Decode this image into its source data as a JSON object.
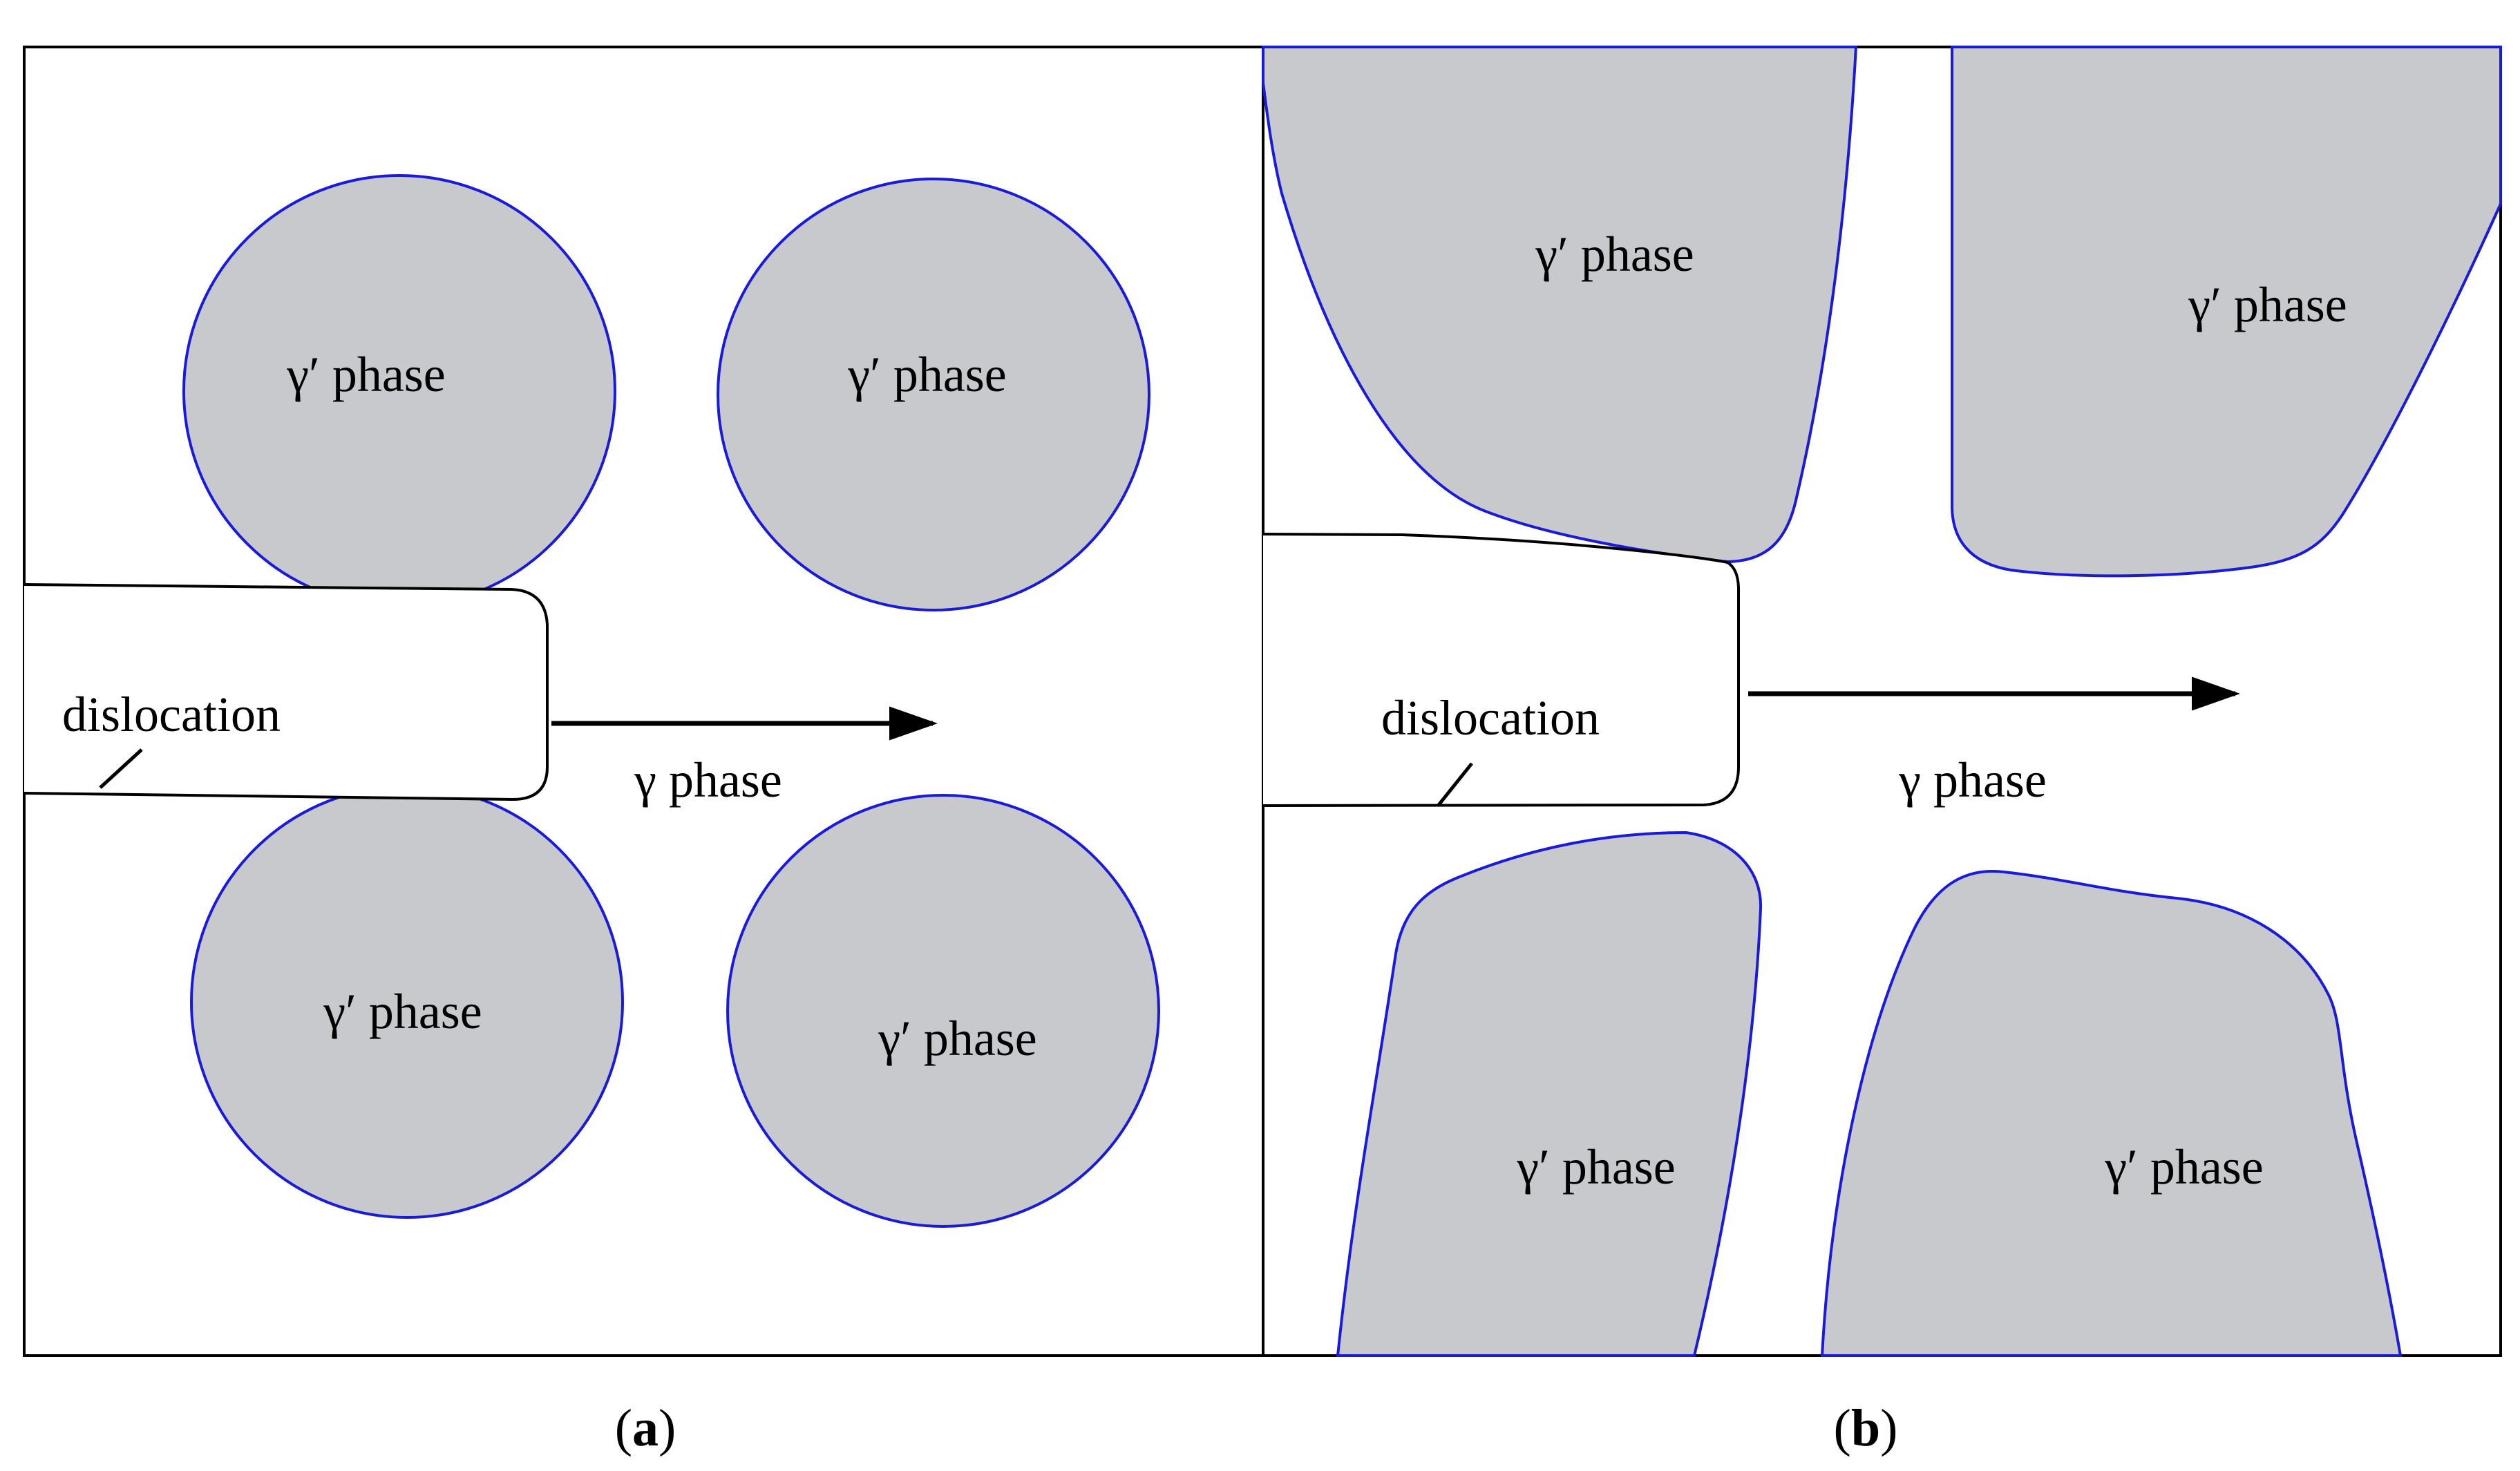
{
  "colors": {
    "particle_fill": "#c8c9cc",
    "particle_outline": "#1a1adb",
    "line": "#000000",
    "background": "#ffffff"
  },
  "panel_a": {
    "caption": {
      "open": "(",
      "letter": "a",
      "close": ")"
    },
    "particle_labels": [
      "γ′ phase",
      "γ′ phase",
      "γ′ phase",
      "γ′ phase"
    ],
    "matrix_label": "γ phase",
    "dislocation_label": "dislocation"
  },
  "panel_b": {
    "caption": {
      "open": "(",
      "letter": "b",
      "close": ")"
    },
    "particle_labels": [
      "γ′ phase",
      "γ′ phase",
      "γ′ phase",
      "γ′ phase"
    ],
    "matrix_label": "γ phase",
    "dislocation_label": "dislocation"
  }
}
